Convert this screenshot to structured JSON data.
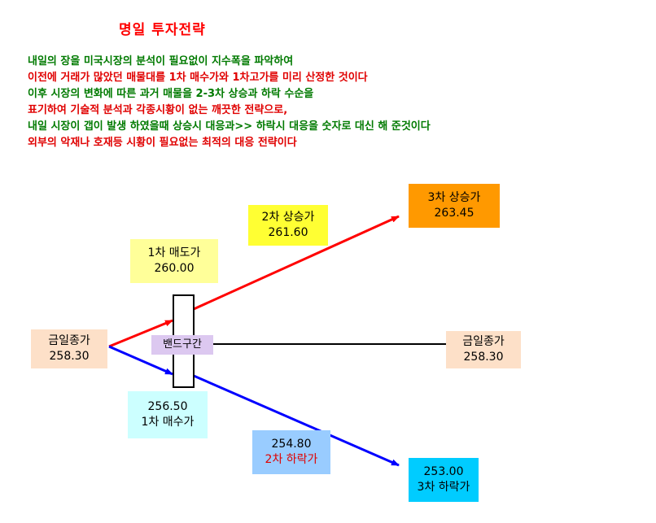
{
  "title": "명일 투자전략",
  "intro": [
    {
      "text": "내일의 장을 미국시장의 분석이 필요없이 지수폭을 파악하여",
      "color": "#007a00"
    },
    {
      "text": "이전에 거래가 많았던 매물대를 1차 매수가와 1차고가를 미리 산정한 것이다",
      "color": "#e00000"
    },
    {
      "text": "이후 시장의 변화에 따른 과거 매물을 2-3차 상승과 하락 수순을",
      "color": "#007a00"
    },
    {
      "text": "표기하여 기술적  분석과 각종시황이 없는 깨끗한 전략으로,",
      "color": "#e00000"
    },
    {
      "text": "내일 시장이 갭이 발생 하였을때 상승시 대응과>> 하락시 대응을 숫자로 대신 해 준것이다",
      "color": "#007a00"
    },
    {
      "text": "외부의 악재나 호재등  시황이 필요없는 최적의 대응 전략이다",
      "color": "#e00000"
    }
  ],
  "nodes": {
    "today_close_left": {
      "label": "금일종가",
      "value": "258.30",
      "color": "#fde0c8"
    },
    "sell_1": {
      "label": "1차 매도가",
      "value": "260.00",
      "color": "#ffff99"
    },
    "rise_2": {
      "label": "2차 상승가",
      "value": "261.60",
      "color": "#ffff33"
    },
    "rise_3": {
      "label": "3차 상승가",
      "value": "263.45",
      "color": "#ff9900"
    },
    "band": {
      "label": "밴드구간",
      "color": "#dcc8f0"
    },
    "today_close_right": {
      "label": "금일종가",
      "value": "258.30",
      "color": "#fde0c8"
    },
    "buy_1": {
      "value": "256.50",
      "label": "1차 매수가",
      "color": "#ccffff"
    },
    "fall_2": {
      "value": "254.80",
      "label": "2차 하락가",
      "color": "#99ccff"
    },
    "fall_3": {
      "value": "253.00",
      "label": "3차 하락가",
      "color": "#00ccff"
    }
  },
  "line_colors": {
    "up": "#ff0000",
    "down": "#0000ff",
    "flat": "#000000"
  }
}
